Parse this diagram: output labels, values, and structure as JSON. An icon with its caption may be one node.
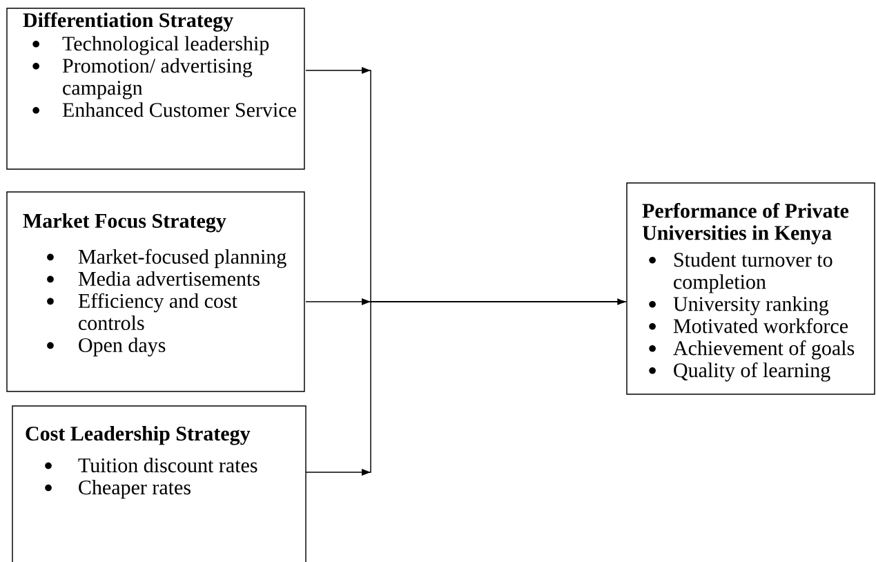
{
  "diagram": {
    "nodes": [
      {
        "text": [
          "Differentiation Strategy",
          "Technological leadership",
          "Promotion/ advertising campaign",
          "Enhanced Customer Service"
        ]
      },
      {
        "text": [
          "Market Focus Strategy",
          "Market-focused planning",
          "Media advertisements",
          "Efficiency and cost controls",
          "Open days"
        ]
      },
      {
        "text": [
          "Cost Leadership Strategy",
          "Tuition discount rates",
          "Cheaper rates"
        ]
      },
      {
        "text": [
          "Performance of Private Universities in Kenya",
          "Student turnover to completion",
          "University ranking",
          "Motivated workforce",
          "Achievement of goals",
          "Quality of learning"
        ]
      }
    ],
    "edges": [
      {
        "from": 0,
        "to": 3,
        "arrow": "to"
      },
      {
        "from": 1,
        "to": 3,
        "arrow": "to"
      },
      {
        "from": 2,
        "to": 3,
        "arrow": "to"
      }
    ]
  }
}
